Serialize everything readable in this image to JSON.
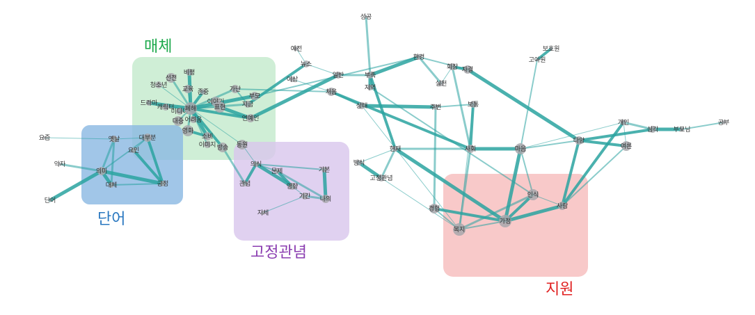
{
  "colors": {
    "edge": "#2aa3a0",
    "node": "#a8a8ad",
    "media": "#1aa84a",
    "word": "#2a78c0",
    "stereotype": "#8a3cb0",
    "support": "#e02020"
  },
  "clusters": {
    "media": {
      "label": "매체",
      "color": "#1aa84a",
      "fill": "#bfe8c8"
    },
    "word": {
      "label": "단어",
      "color": "#2a78c0",
      "fill": "#8ab8e2"
    },
    "stereotype": {
      "label": "고정관념",
      "color": "#8a3cb0",
      "fill": "#d8c6ec"
    },
    "support": {
      "label": "지원",
      "color": "#e02020",
      "fill": "#f6bcbc"
    }
  },
  "nodes": [
    "청소년",
    "선전",
    "비평",
    "교육",
    "존중",
    "이야기",
    "가난",
    "드라마",
    "캐릭터",
    "미디어",
    "폐해",
    "표현",
    "지금",
    "부모",
    "대중",
    "연예인",
    "어려움",
    "영화",
    "소비",
    "이미지",
    "방송",
    "동원",
    "대부분",
    "옛날",
    "요인",
    "의미",
    "대체",
    "긍정",
    "요즘",
    "악자",
    "단어",
    "의식",
    "관념",
    "문제",
    "지체",
    "영향",
    "기간",
    "기본",
    "나의",
    "성공",
    "예전",
    "뉴스",
    "일반",
    "부족",
    "환경",
    "자결",
    "지역",
    "회장",
    "실천",
    "고아원",
    "보호원",
    "이상",
    "처음",
    "상태",
    "주변",
    "보통",
    "방식",
    "현재",
    "사회",
    "마음",
    "다양",
    "여론",
    "개인",
    "심각",
    "부모님",
    "공부",
    "복지",
    "가정",
    "인식",
    "사람",
    "고정관념",
    "경험"
  ]
}
